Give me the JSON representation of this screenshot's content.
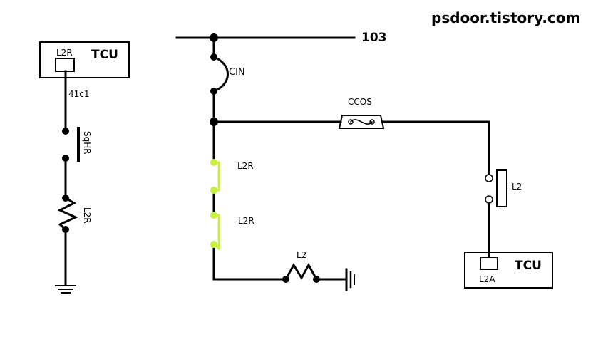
{
  "site_label": "psdoor.tistory.com",
  "colors": {
    "line": "#000000",
    "contact_green": "#c8f03c",
    "background": "#ffffff"
  },
  "left_circuit": {
    "tcu_label": "TCU",
    "coil_label": "L2R",
    "wire_label": "41c1",
    "switch_label": "SqHR",
    "resistor_label": "L2R"
  },
  "main_circuit": {
    "bus_label": "103",
    "cin_label": "CIN",
    "ccos_label": "CCOS",
    "contact1_label": "L2R",
    "contact2_label": "L2R",
    "resistor_label": "L2"
  },
  "right_circuit": {
    "switch_label": "L2",
    "tcu_label": "TCU",
    "coil_label": "L2A"
  }
}
